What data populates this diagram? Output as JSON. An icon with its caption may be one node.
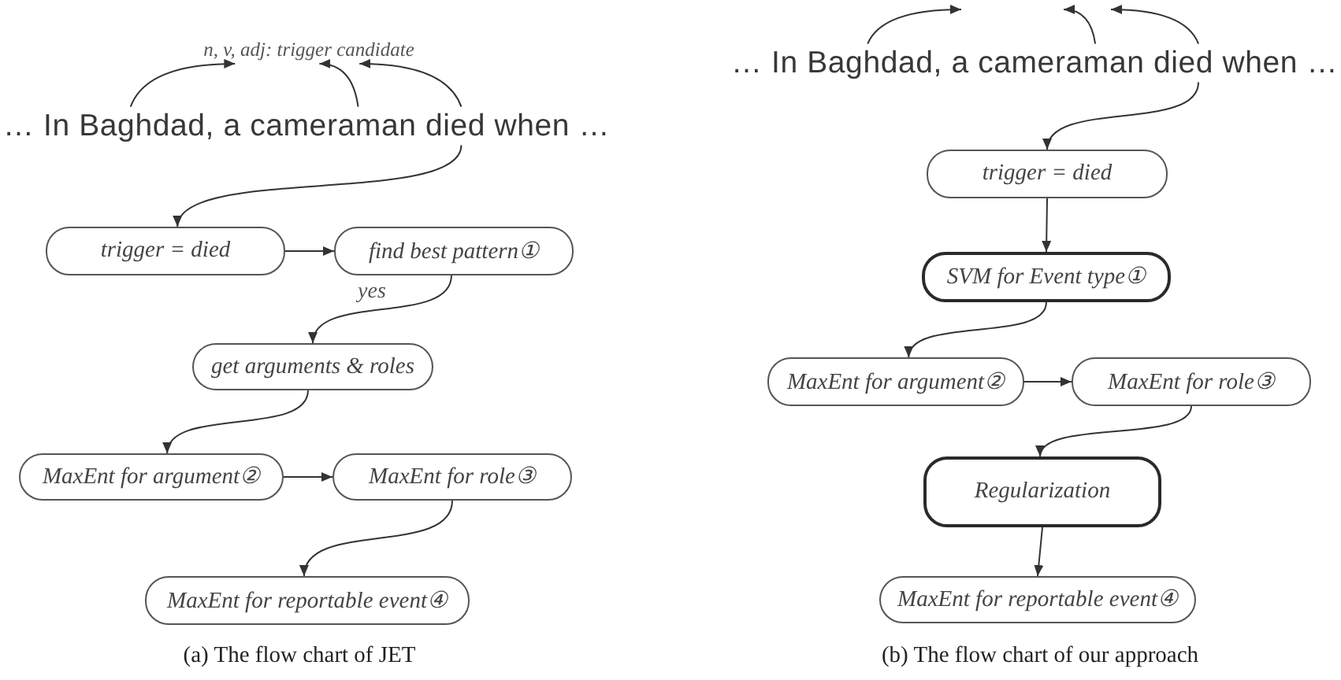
{
  "diagram": {
    "nodes": [
      {
        "text": [
          "n, v, adj: trigger candidate"
        ]
      },
      {
        "text": [
          "… In Baghdad, a cameraman died when …"
        ]
      },
      {
        "text": [
          "trigger = died"
        ]
      },
      {
        "text": [
          "find best pattern①"
        ]
      },
      {
        "text": [
          "get arguments & roles"
        ]
      },
      {
        "text": [
          "MaxEnt for argument②"
        ]
      },
      {
        "text": [
          "MaxEnt for role③"
        ]
      },
      {
        "text": [
          "MaxEnt for reportable event④"
        ]
      },
      {
        "text": [
          "… In Baghdad, a cameraman died when …"
        ]
      },
      {
        "text": [
          "trigger = died"
        ]
      },
      {
        "text": [
          "SVM for Event type①"
        ]
      },
      {
        "text": [
          "MaxEnt for argument②"
        ]
      },
      {
        "text": [
          "MaxEnt for role③"
        ]
      },
      {
        "text": [
          "Regularization"
        ]
      },
      {
        "text": [
          "MaxEnt for reportable event④"
        ]
      }
    ],
    "edges": [
      {
        "from": 1,
        "to": 0,
        "arrow": "to"
      },
      {
        "from": 1,
        "to": 0,
        "arrow": "to"
      },
      {
        "from": 1,
        "to": 0,
        "arrow": "to"
      },
      {
        "from": 1,
        "to": 2,
        "arrow": "to"
      },
      {
        "from": 2,
        "to": 3,
        "arrow": "to"
      },
      {
        "from": 3,
        "to": 4,
        "arrow": "to",
        "label": "yes"
      },
      {
        "from": 4,
        "to": 5,
        "arrow": "to"
      },
      {
        "from": 5,
        "to": 6,
        "arrow": "to"
      },
      {
        "from": 6,
        "to": 7,
        "arrow": "to"
      },
      {
        "from": 8,
        "to": null,
        "arrow": "to"
      },
      {
        "from": 8,
        "to": null,
        "arrow": "to"
      },
      {
        "from": 8,
        "to": null,
        "arrow": "to"
      },
      {
        "from": 8,
        "to": 9,
        "arrow": "to"
      },
      {
        "from": 9,
        "to": 10,
        "arrow": "to"
      },
      {
        "from": 10,
        "to": 11,
        "arrow": "to"
      },
      {
        "from": 11,
        "to": 12,
        "arrow": "to"
      },
      {
        "from": 12,
        "to": 13,
        "arrow": "to"
      },
      {
        "from": 13,
        "to": 14,
        "arrow": "to"
      }
    ],
    "labels": [
      "(a) The flow chart of JET",
      "(b) The flow chart of our approach"
    ]
  }
}
